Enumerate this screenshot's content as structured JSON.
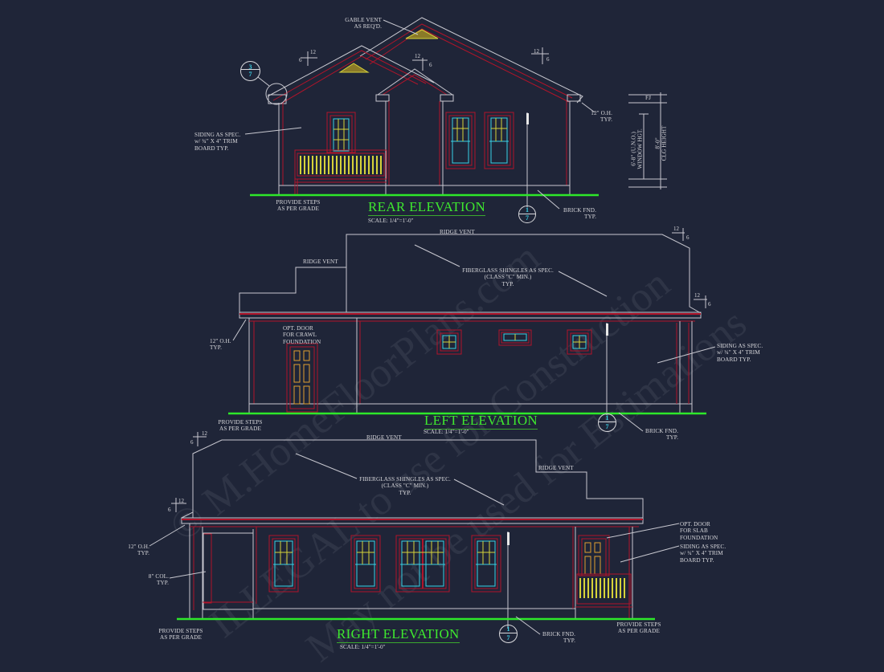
{
  "colors": {
    "background": "#1f2538",
    "ground_line": "#2ee82a",
    "title_text": "#3ee82f",
    "outline": "#c8c8d0",
    "trim_red": "#b0142a",
    "window_glass": "#3ad1e6",
    "muntins": "#d6d23a",
    "door_panels": "#e0a030"
  },
  "watermark": {
    "line1": "© M.HomeFloorPlans.com",
    "line2": "ILLEGAL to use for Construction",
    "line3": "May not be used for Estimations"
  },
  "rear": {
    "title": "REAR ELEVATION",
    "scale": "SCALE: 1/4\"=1'-0\"",
    "notes": {
      "gable_vent": "GABLE VENT\nAS REQ'D.",
      "siding": "SIDING AS SPEC.\nw/ ¾\" X 4\" TRIM\nBOARD TYP.",
      "steps": "PROVIDE STEPS\nAS PER GRADE",
      "overhang": "12\" O.H.\nTYP.",
      "brick": "BRICK FND.\nTYP."
    },
    "pitches": [
      {
        "rise": "6",
        "run": "12"
      },
      {
        "rise": "6",
        "run": "12"
      },
      {
        "rise": "6",
        "run": "12"
      }
    ],
    "detail_tag": {
      "number": "3",
      "sheet": "7"
    },
    "section_tag": {
      "number": "1",
      "sheet": "7"
    },
    "dimensions": {
      "fj": "FJ",
      "window_hgt": "6'-8\" (U.N.O.)\nWINDOW HGT.",
      "clg_height": "8'-0\"\nCLG HEIGHT"
    }
  },
  "left": {
    "title": "LEFT ELEVATION",
    "scale": "SCALE: 1/4\"=1'-0\"",
    "notes": {
      "ridge_vent_upper": "RIDGE VENT",
      "ridge_vent_lower": "RIDGE VENT",
      "shingles": "FIBERGLASS SHINGLES AS SPEC.\n(CLASS \"C\" MIN.)\nTYP.",
      "overhang": "12\" O.H.\nTYP.",
      "opt_door": "OPT. DOOR\nFOR CRAWL\nFOUNDATION",
      "siding": "SIDING AS SPEC.\nw/ ¾\" X 4\" TRIM\nBOARD TYP.",
      "steps": "PROVIDE STEPS\nAS PER GRADE",
      "brick": "BRICK FND.\nTYP."
    },
    "pitches": [
      {
        "rise": "6",
        "run": "12"
      },
      {
        "rise": "6",
        "run": "12"
      }
    ],
    "section_tag": {
      "number": "1",
      "sheet": "7"
    }
  },
  "right": {
    "title": "RIGHT ELEVATION",
    "scale": "SCALE: 1/4\"=1'-0\"",
    "notes": {
      "ridge_vent_upper": "RIDGE VENT",
      "ridge_vent_lower": "RIDGE VENT",
      "shingles": "FIBERGLASS SHINGLES AS SPEC.\n(CLASS \"C\" MIN.)\nTYP.",
      "overhang": "12\" O.H.\nTYP.",
      "column": "8\" COL.\nTYP.",
      "opt_door": "OPT. DOOR\nFOR SLAB\nFOUNDATION",
      "siding": "SIDING AS SPEC.\nw/ ¾\" X 4\" TRIM\nBOARD TYP.",
      "steps_left": "PROVIDE STEPS\nAS PER GRADE",
      "steps_right": "PROVIDE STEPS\nAS PER GRADE",
      "brick": "BRICK FND.\nTYP."
    },
    "pitches": [
      {
        "rise": "6",
        "run": "12"
      },
      {
        "rise": "6",
        "run": "12"
      }
    ],
    "section_tag": {
      "number": "1",
      "sheet": "7"
    }
  }
}
